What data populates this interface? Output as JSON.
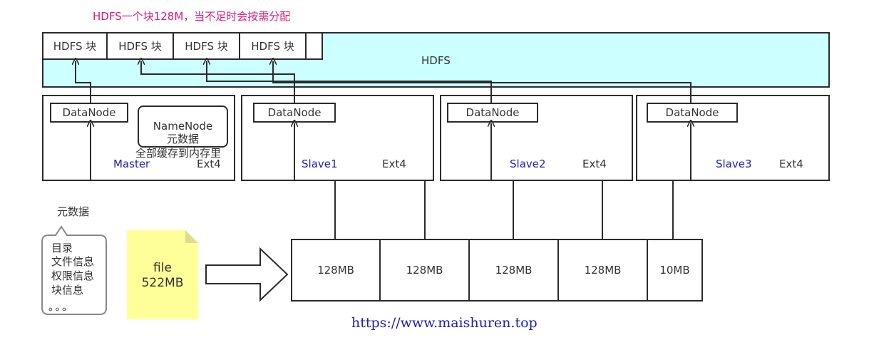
{
  "header_note": "HDFS一个块128M，当不足时会按需分配",
  "hdfs": {
    "label": "HDFS",
    "blocks": [
      "HDFS 块",
      "HDFS 块",
      "HDFS 块",
      "HDFS 块"
    ]
  },
  "nodes": [
    {
      "datanode": "DataNode",
      "name": "Master",
      "fs": "Ext4"
    },
    {
      "datanode": "DataNode",
      "name": "Slave1",
      "fs": "Ext4"
    },
    {
      "datanode": "DataNode",
      "name": "Slave2",
      "fs": "Ext4"
    },
    {
      "datanode": "DataNode",
      "name": "Slave3",
      "fs": "Ext4"
    }
  ],
  "namenode": {
    "title": "NameNode",
    "subtitle": "元数据",
    "note": "全部缓存到内存里"
  },
  "metadata": {
    "title": "元数据",
    "items": [
      "目录",
      "文件信息",
      "权限信息",
      "块信息",
      "。。。"
    ]
  },
  "file": {
    "name": "file",
    "size": "522MB"
  },
  "split_blocks": [
    "128MB",
    "128MB",
    "128MB",
    "128MB",
    "10MB"
  ],
  "footer_url": "https://www.maishuren.top",
  "colors": {
    "hdfs_fill": "#ccffff",
    "note_fill": "#ffff99",
    "header_text": "#e0187a",
    "node_name_text": "#1a1fb5",
    "url_text": "#1a1fb5"
  }
}
